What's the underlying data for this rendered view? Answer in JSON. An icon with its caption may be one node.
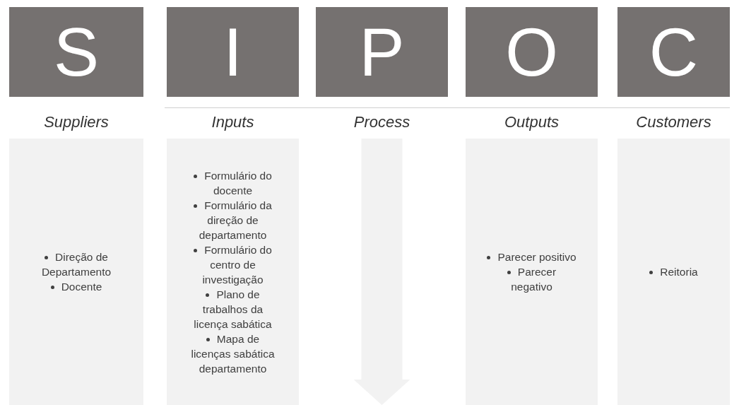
{
  "diagram": {
    "nodes": [
      {
        "text": [
          "S"
        ]
      },
      {
        "text": [
          "I"
        ]
      },
      {
        "text": [
          "P"
        ]
      },
      {
        "text": [
          "O"
        ]
      },
      {
        "text": [
          "C"
        ]
      },
      {
        "text": [
          "Suppliers",
          "Direção de Departamento",
          "Docente"
        ]
      },
      {
        "text": [
          "Inputs",
          "Formulário do docente",
          "Formulário da direção de departamento",
          "Formulário do centro de investigação",
          "Plano de trabalhos da licença sabática",
          "Mapa de licenças sabática departamento"
        ]
      },
      {
        "text": [
          "Process"
        ]
      },
      {
        "text": [
          "Outputs",
          "Parecer positivo",
          "Parecer negativo"
        ]
      },
      {
        "text": [
          "Customers",
          "Reitoria"
        ]
      }
    ]
  }
}
